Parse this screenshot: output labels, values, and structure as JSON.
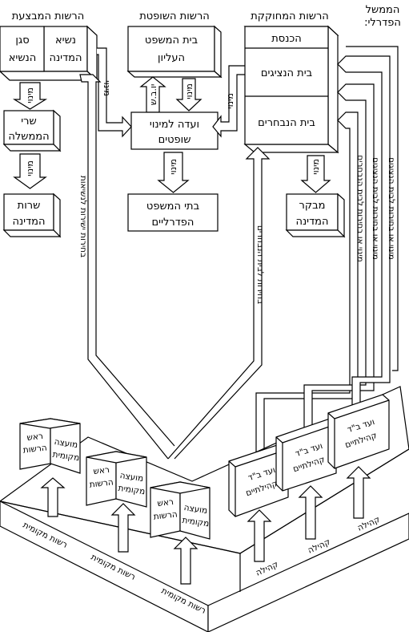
{
  "headers": {
    "executive": "הרשות המבצעת",
    "judicial": "הרשות השופטת",
    "legislative": "הרשות המחוקקת",
    "federal_l1": "הממשל",
    "federal_l2": "הפדרלי:"
  },
  "boxes": {
    "president_l1": "נשיא",
    "president_l2": "המדינה",
    "vp_l1": "סגן",
    "vp_l2": "הנשיא",
    "gov_ministers_l1": "שרי",
    "gov_ministers_l2": "הממשלה",
    "state_services_l1": "שרות",
    "state_services_l2": "המדינה",
    "supreme_court_l1": "בית המשפט",
    "supreme_court_l2": "העליון",
    "judges_committee_l1": "ועדה למינוי",
    "judges_committee_l2": "שופטים",
    "federal_courts_l1": "בתי המשפט",
    "federal_courts_l2": "הפדרליים",
    "knesset": "הכנסת",
    "house_reps": "בית הנציגים",
    "house_elected": "בית הנבחרים",
    "state_comptroller_l1": "מבקר",
    "state_comptroller_l2": "המדינה"
  },
  "arrows": {
    "appointment": "מינוי",
    "yoamsh": "יו.ב.ש",
    "vertical_1": "בחירות ישירות לנשיאות",
    "vertical_2": "בחירות לבית הנבחרים",
    "vertical_3": "מינוי או בחירות לבית הנבחרים",
    "vertical_4": "מינוי או בחירות לבית הנציגים",
    "vertical_5": "מינוי או בחירות לבית הנציגים"
  },
  "bottom": {
    "local_head_l1": "ראש",
    "local_head_l2": "הרשות",
    "local_council_l1": "מועצה",
    "local_council_l2": "מקומית",
    "local_authority": "רשות מקומית",
    "community_committee_l1": "ועד ב\"ד",
    "community_committee_l2": "קהילתיים",
    "community": "קהילה"
  }
}
